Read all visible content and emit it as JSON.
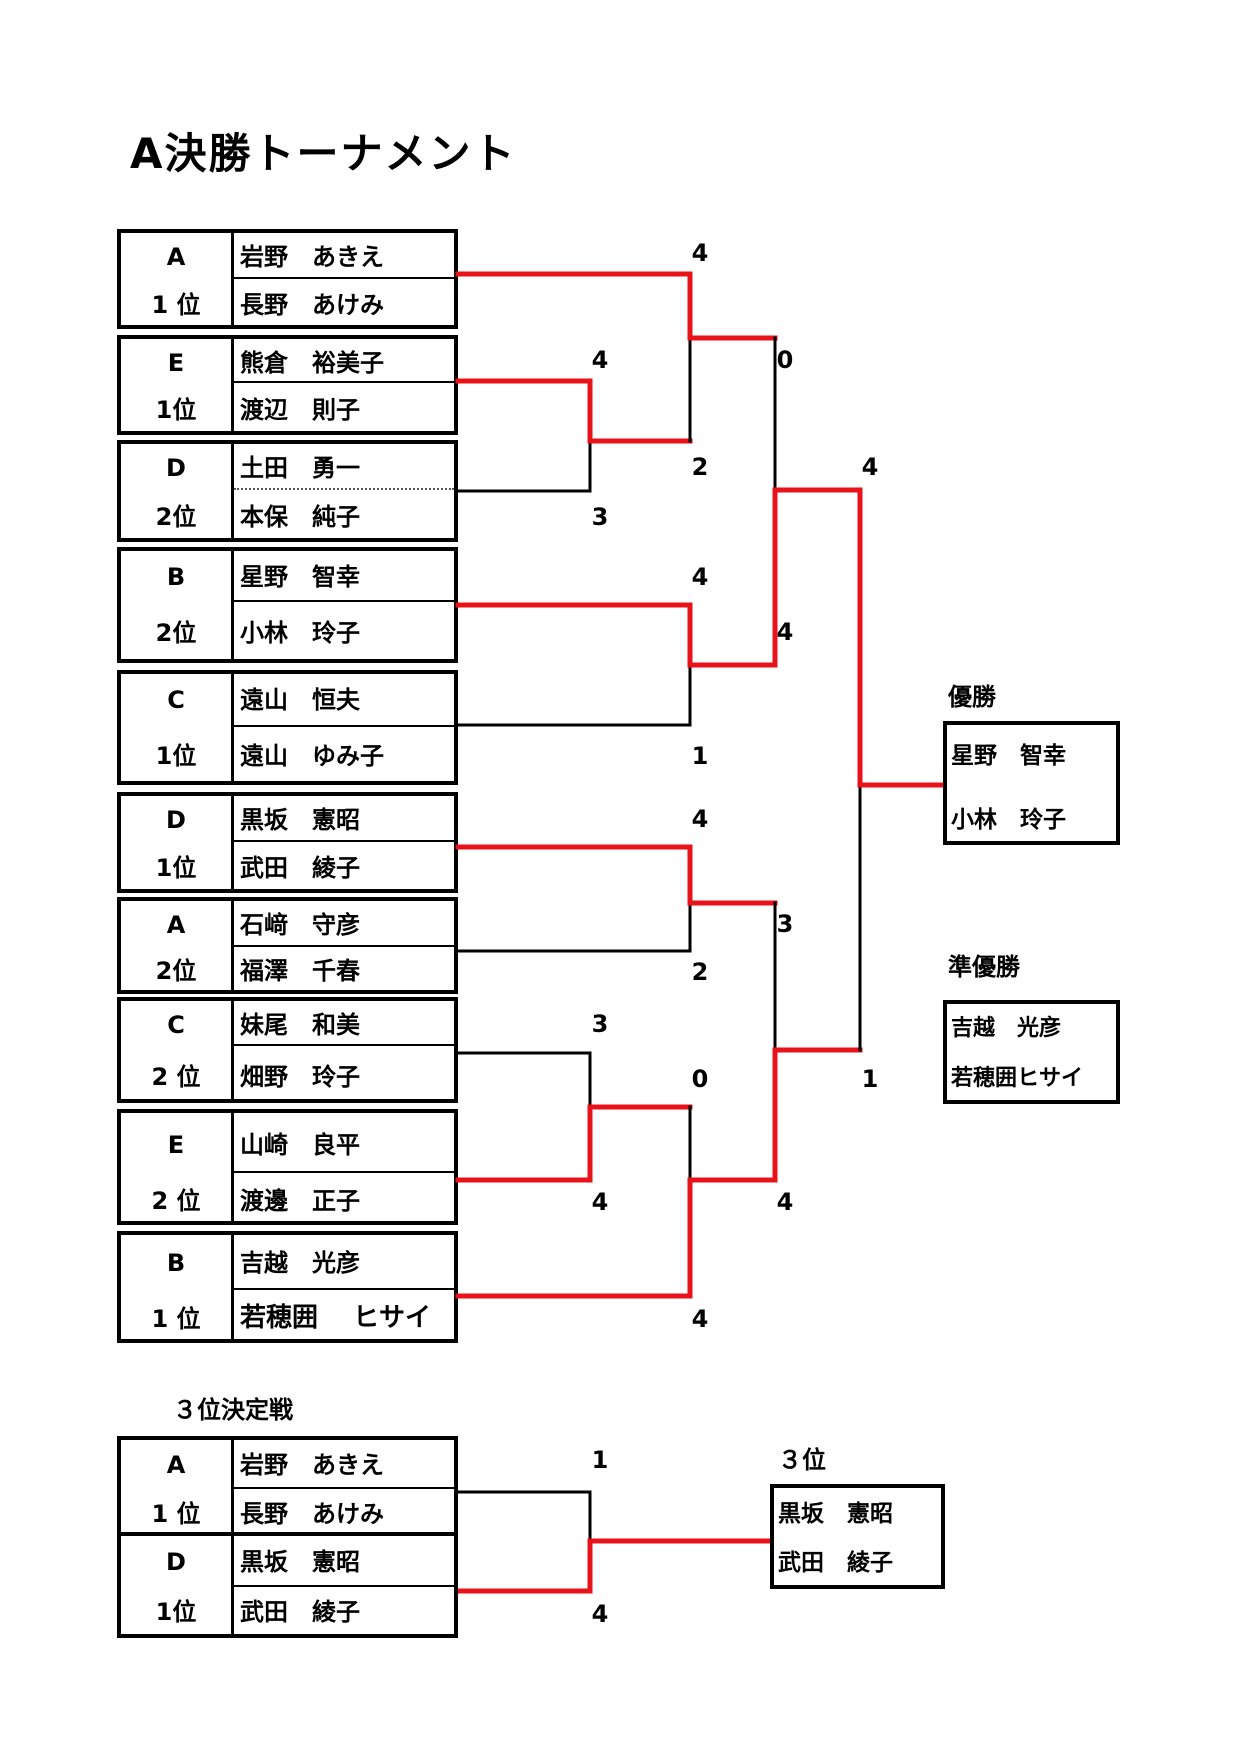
{
  "title": "A決勝トーナメント",
  "teams": [
    {
      "group": "A",
      "rank": "1 位",
      "player1": "岩野　あきえ",
      "player2": "長野　あけみ"
    },
    {
      "group": "E",
      "rank": "1位",
      "player1": "熊倉　裕美子",
      "player2": "渡辺　則子"
    },
    {
      "group": "D",
      "rank": "2位",
      "player1": "土田　勇一",
      "player2": "本保　純子"
    },
    {
      "group": "B",
      "rank": "2位",
      "player1": "星野　智幸",
      "player2": "小林　玲子"
    },
    {
      "group": "C",
      "rank": "1位",
      "player1": "遠山　恒夫",
      "player2": "遠山　ゆみ子"
    },
    {
      "group": "D",
      "rank": "1位",
      "player1": "黒坂　憲昭",
      "player2": "武田　綾子"
    },
    {
      "group": "A",
      "rank": "2位",
      "player1": "石﨑　守彦",
      "player2": "福澤　千春"
    },
    {
      "group": "C",
      "rank": "2 位",
      "player1": "妹尾　和美",
      "player2": "畑野　玲子"
    },
    {
      "group": "E",
      "rank": "2 位",
      "player1": "山崎　良平",
      "player2": "渡邊　正子"
    },
    {
      "group": "B",
      "rank": "1 位",
      "player1": "吉越　光彦",
      "player2": "若穂囲　 ヒサイ"
    }
  ],
  "scores": {
    "r1_e_vs_d": [
      "4",
      "3"
    ],
    "r2_a_vs_e": [
      "4",
      "2"
    ],
    "r1_b_vs_c": [
      "4",
      "1"
    ],
    "r1_d_vs_a": [
      "4",
      "2"
    ],
    "r1_c_vs_e": [
      "3",
      "4"
    ],
    "r2_e_vs_b": [
      "0",
      "4"
    ],
    "sf_top": [
      "0",
      "4"
    ],
    "sf_bottom": [
      "3",
      "4"
    ],
    "final": [
      "4",
      "1"
    ]
  },
  "winner": {
    "label": "優勝",
    "player1": "星野　智幸",
    "player2": "小林　玲子"
  },
  "runner_up": {
    "label": "準優勝",
    "player1": "吉越　光彦",
    "player2": "若穂囲ヒサイ"
  },
  "third_place_match": {
    "label": "３位決定戦",
    "teams": [
      {
        "group": "A",
        "rank": "1 位",
        "player1": "岩野　あきえ",
        "player2": "長野　あけみ"
      },
      {
        "group": "D",
        "rank": "1位",
        "player1": "黒坂　憲昭",
        "player2": "武田　綾子"
      }
    ],
    "scores": [
      "1",
      "4"
    ],
    "result_label": "３位",
    "result": {
      "player1": "黒坂　憲昭",
      "player2": "武田　綾子"
    }
  },
  "colors": {
    "winner_line": "#e8121a",
    "line": "#000000"
  }
}
